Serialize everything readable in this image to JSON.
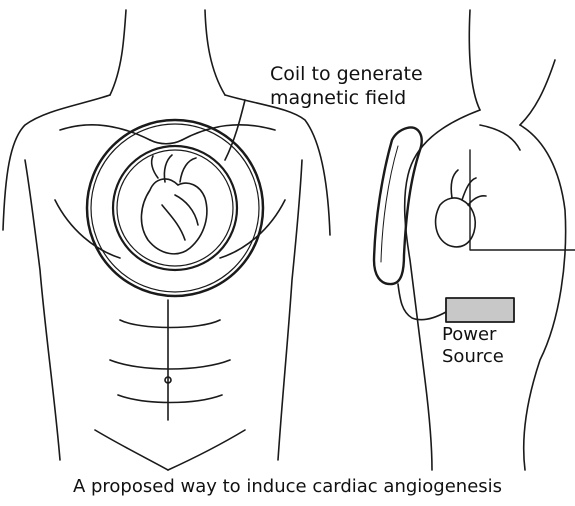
{
  "labels": {
    "coil_line1": "Coil to generate",
    "coil_line2": "magnetic field",
    "power_line1": "Power",
    "power_line2": "Source"
  },
  "caption": "A proposed way to induce cardiac angiogenesis",
  "colors": {
    "line": "#1a1a1a",
    "power_box": "#c8c8c8",
    "background": "#ffffff"
  }
}
